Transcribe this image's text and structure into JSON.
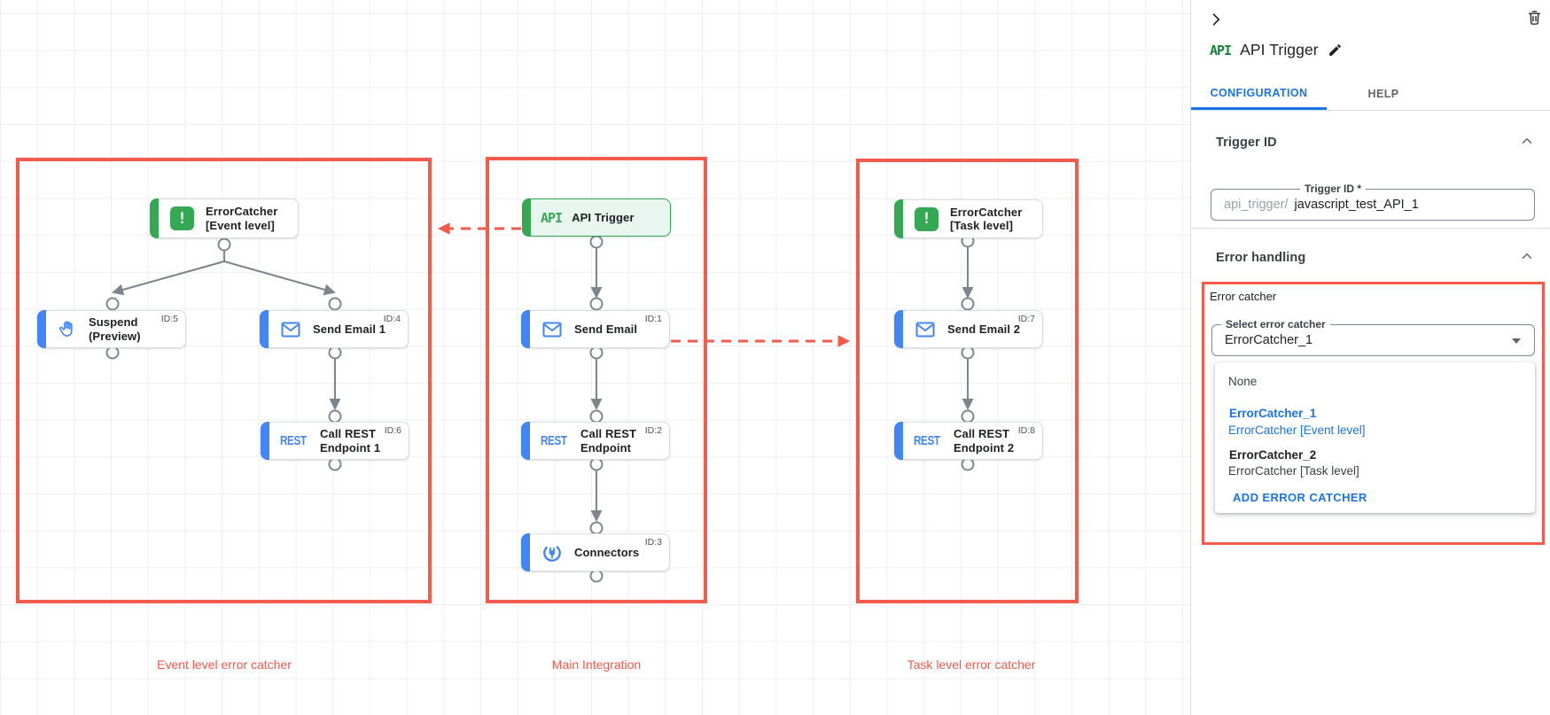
{
  "canvas": {
    "groups": [
      {
        "label": "Event level error catcher"
      },
      {
        "label": "Main Integration"
      },
      {
        "label": "Task level error catcher"
      }
    ],
    "nodes": [
      {
        "label": "ErrorCatcher\n[Event level]",
        "id": ""
      },
      {
        "label": "Suspend\n(Preview)",
        "id": "ID:5"
      },
      {
        "label": "Send Email 1",
        "id": "ID:4"
      },
      {
        "label": "Call REST\nEndpoint 1",
        "id": "ID:6"
      },
      {
        "label": "API Trigger",
        "id": ""
      },
      {
        "label": "Send Email",
        "id": "ID:1"
      },
      {
        "label": "Call REST\nEndpoint",
        "id": "ID:2"
      },
      {
        "label": "Connectors",
        "id": "ID:3"
      },
      {
        "label": "ErrorCatcher\n[Task level]",
        "id": ""
      },
      {
        "label": "Send Email 2",
        "id": "ID:7"
      },
      {
        "label": "Call REST\nEndpoint 2",
        "id": "ID:8"
      }
    ],
    "badges": {
      "api": "API",
      "rest": "REST",
      "error": "!"
    }
  },
  "panel": {
    "api_badge": "API",
    "title": "API Trigger",
    "tabs": [
      {
        "label": "CONFIGURATION"
      },
      {
        "label": "HELP"
      }
    ],
    "trigger_id": {
      "heading": "Trigger ID",
      "field_label": "Trigger ID *",
      "prefix": "api_trigger/",
      "value": "javascript_test_API_1"
    },
    "error_handling": {
      "heading": "Error handling",
      "error_catcher_label": "Error catcher",
      "select_label": "Select error catcher",
      "select_value": "ErrorCatcher_1",
      "menu": {
        "none_label": "None",
        "options": [
          {
            "name": "ErrorCatcher_1",
            "desc": "ErrorCatcher [Event level]"
          },
          {
            "name": "ErrorCatcher_2",
            "desc": "ErrorCatcher [Task level]"
          }
        ],
        "add_label": "ADD ERROR CATCHER"
      }
    }
  }
}
